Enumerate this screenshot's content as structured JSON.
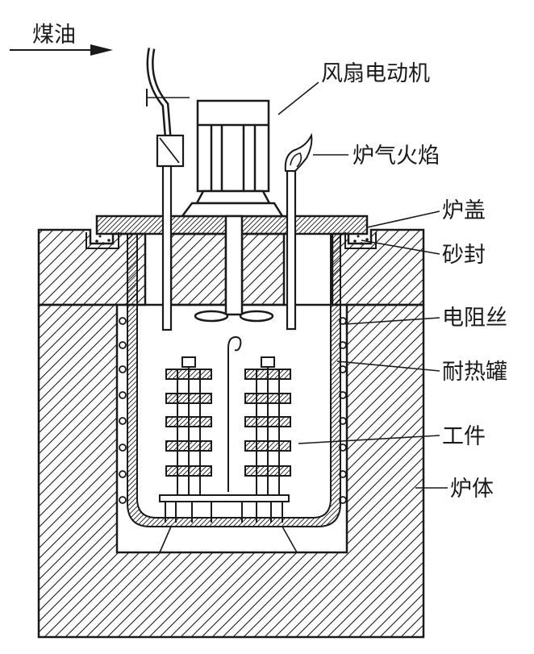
{
  "labels": {
    "kerosene": "煤油",
    "fan_motor": "风扇电动机",
    "flame": "炉气火焰",
    "lid": "炉盖",
    "sand_seal": "砂封",
    "resistance_wire": "电阻丝",
    "retort": "耐热罐",
    "workpiece": "工件",
    "body": "炉体"
  },
  "colors": {
    "ink": "#1a1a1a",
    "background": "#ffffff"
  }
}
